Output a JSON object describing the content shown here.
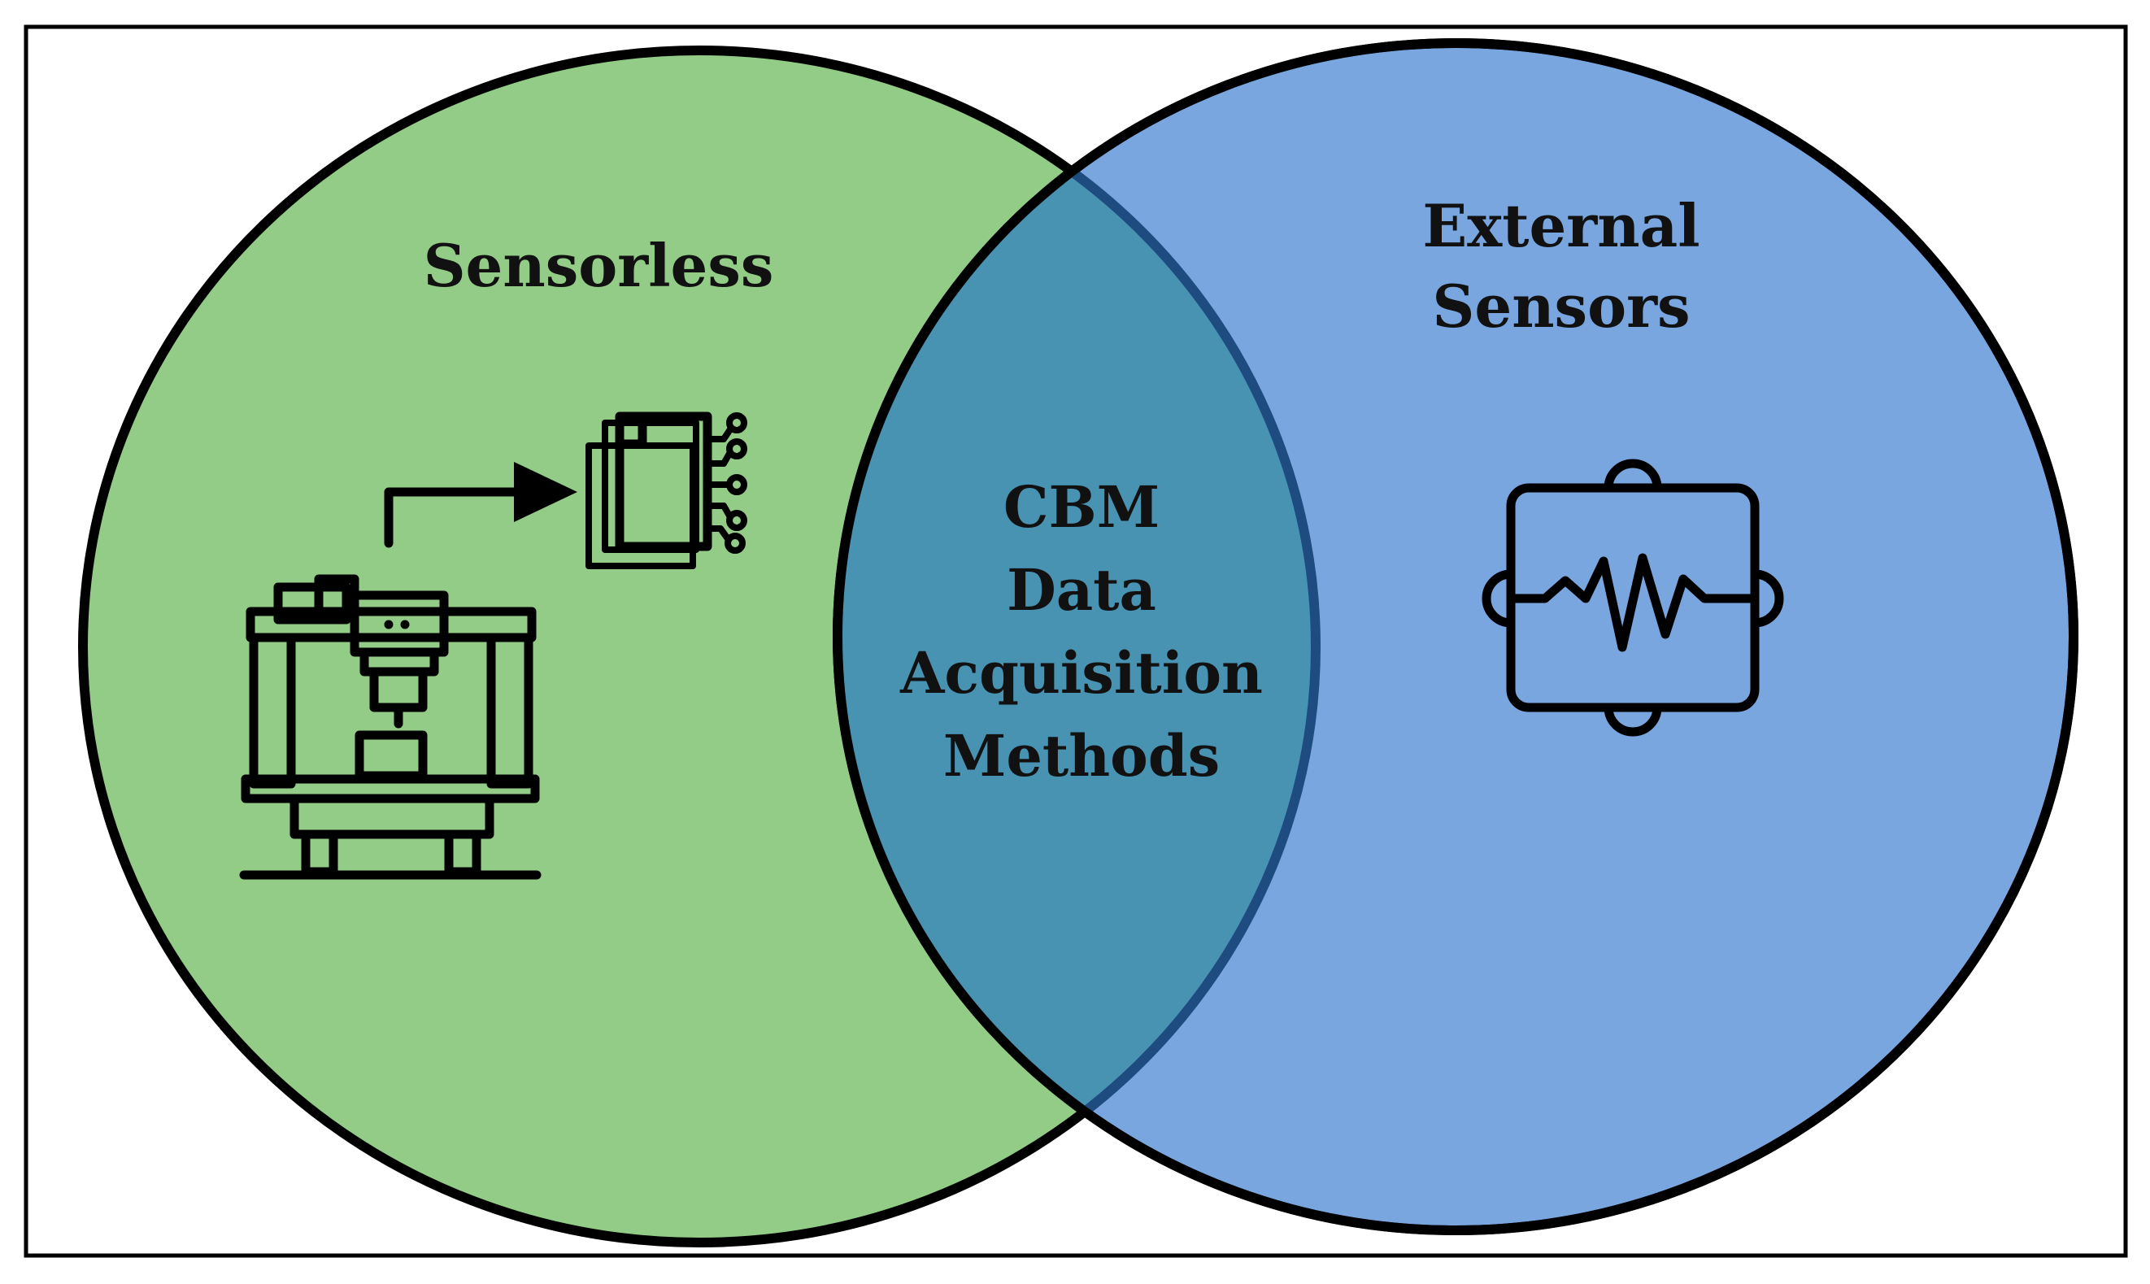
{
  "venn": {
    "left_set": {
      "label": "Sensorless",
      "icon": "machine-to-digital-data-icon",
      "color": "#93CC86"
    },
    "right_set": {
      "label_line1": "External",
      "label_line2": "Sensors",
      "icon": "sensor-waveform-icon",
      "color": "#79A6DE"
    },
    "intersection": {
      "line1": "CBM",
      "line2": "Data",
      "line3": "Acquisition",
      "line4": "Methods",
      "color": "#4892B2"
    }
  }
}
